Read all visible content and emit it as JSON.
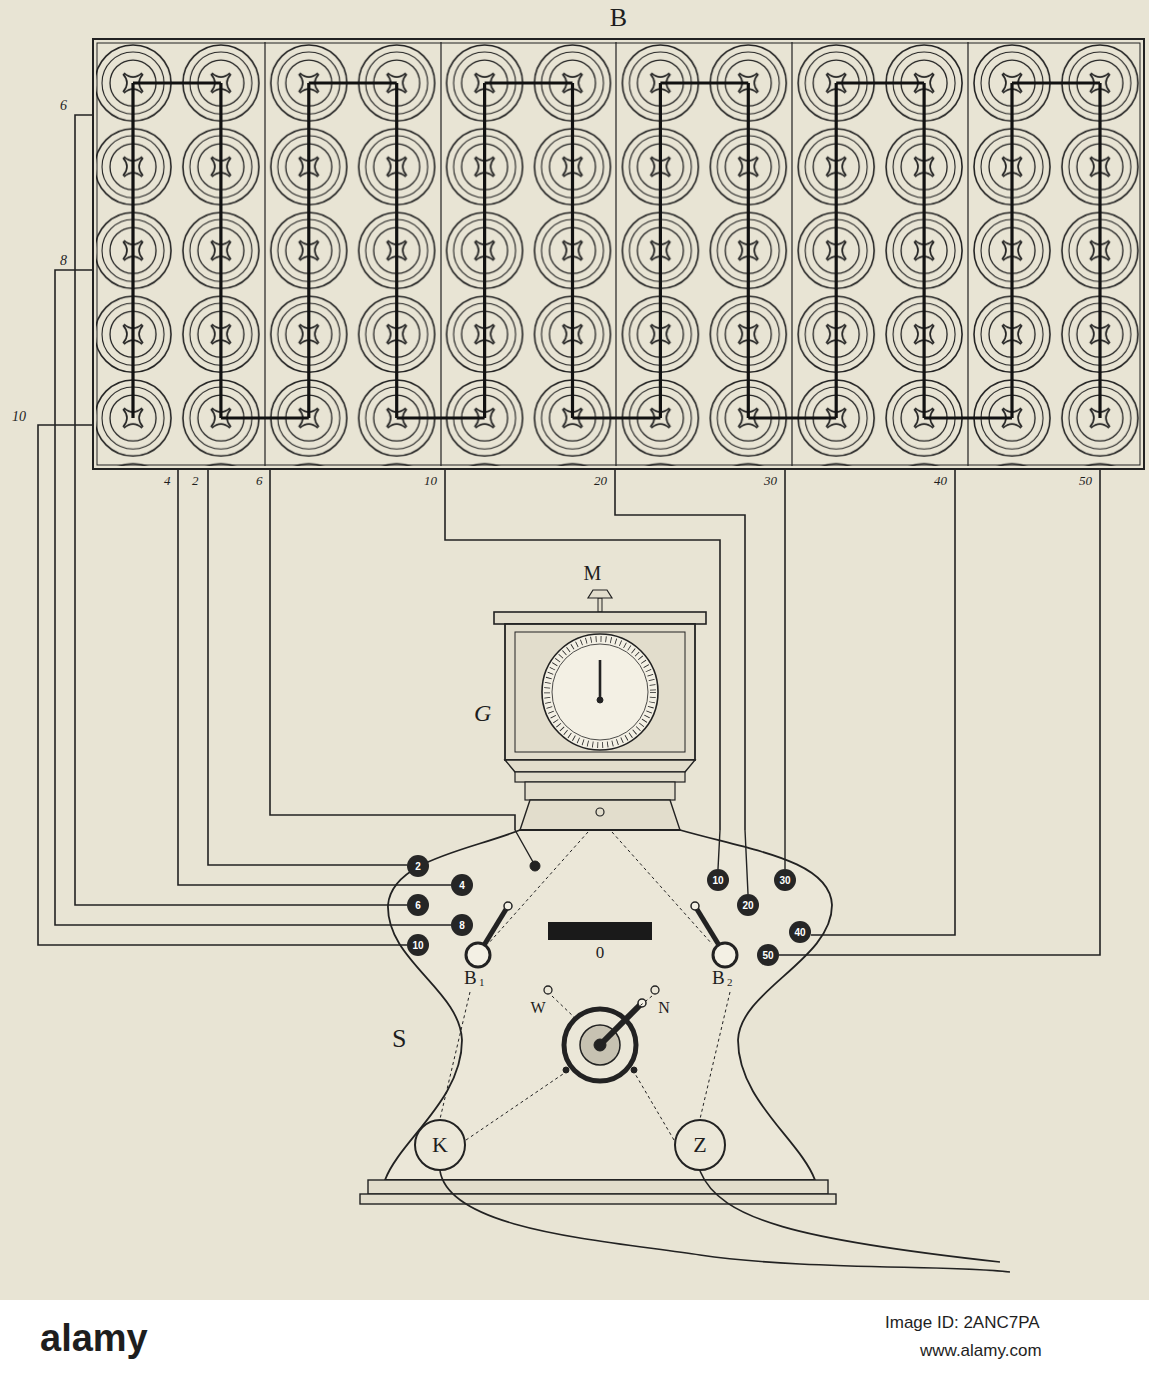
{
  "diagram": {
    "nodes": [
      {
        "text": [
          "B"
        ]
      },
      {
        "text": [
          "M",
          "G"
        ]
      },
      {
        "text": [
          "S"
        ]
      },
      {
        "text": [
          "K"
        ],
        "in": 2
      },
      {
        "text": [
          "Z"
        ],
        "in": 2
      }
    ],
    "edges": [
      {
        "from": 0,
        "to": 2,
        "arrow": "none"
      },
      {
        "from": 0,
        "to": 2,
        "arrow": "none"
      },
      {
        "from": 0,
        "to": 2,
        "arrow": "none"
      },
      {
        "from": 0,
        "to": 2,
        "arrow": "none"
      },
      {
        "from": 0,
        "to": 2,
        "arrow": "none"
      },
      {
        "from": 0,
        "to": 2,
        "arrow": "none"
      },
      {
        "from": 0,
        "to": 2,
        "arrow": "none"
      },
      {
        "from": 0,
        "to": 2,
        "arrow": "none"
      },
      {
        "from": 0,
        "to": 2,
        "arrow": "none"
      },
      {
        "from": 0,
        "to": 2,
        "arrow": "none"
      },
      {
        "from": 0,
        "to": 2,
        "arrow": "none"
      }
    ],
    "labels": [
      "6",
      "8",
      "10",
      "4",
      "2",
      "6",
      "10",
      "20",
      "30",
      "40",
      "50",
      "2",
      "4",
      "6",
      "8",
      "10",
      "10",
      "20",
      "30",
      "40",
      "50",
      "B",
      "1",
      "B",
      "2",
      "0",
      "W",
      "N",
      "alamy",
      "Image ID: 2ANC7PA",
      "www.alamy.com"
    ]
  }
}
